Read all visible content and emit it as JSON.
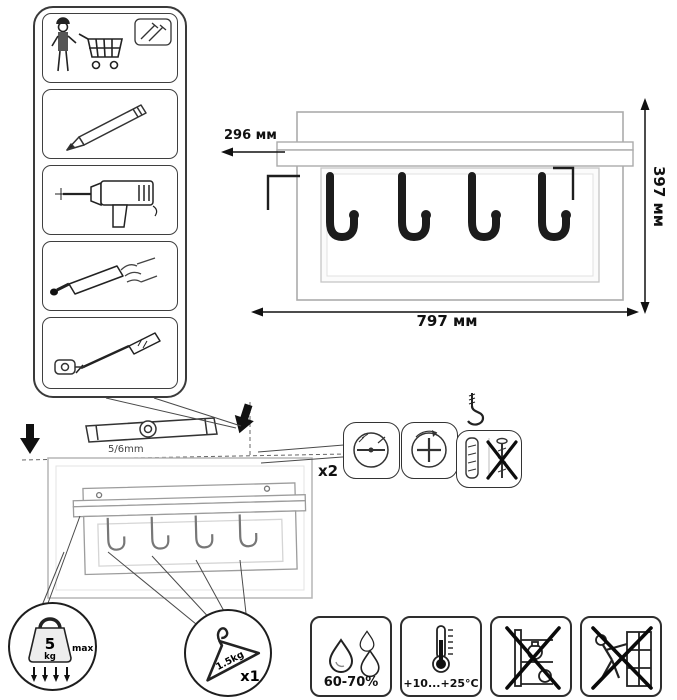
{
  "dimensions": {
    "depth_label": "296 мм",
    "height_label": "397 мм",
    "width_label": "797 мм"
  },
  "assembly": {
    "level_gap_label": "5/6mm",
    "fastener_count_label": "x2"
  },
  "load_limits": {
    "shelf_max_value": "5",
    "shelf_max_unit": "kg",
    "shelf_max_note": "max",
    "per_hook_label": "1.5kg",
    "hanger_count_label": "x1"
  },
  "conditions": {
    "humidity_label": "60-70%",
    "temperature_label": "+10...+25°C"
  },
  "icons": {
    "steps": [
      "person-with-cart-icon",
      "pencil-icon",
      "drill-icon",
      "adhesive-gun-icon",
      "screwdriver-fitting-icon"
    ],
    "fasteners": [
      "cam-lock-face-icon",
      "cam-lock-turn-icon",
      "wall-hook-screw-icon",
      "dowel-and-screw-crossed-icon"
    ],
    "limits": [
      "weight-icon",
      "clothes-hanger-icon"
    ],
    "care": [
      "humidity-drops-icon",
      "thermometer-icon",
      "no-overload-icon",
      "no-climbing-icon"
    ]
  }
}
